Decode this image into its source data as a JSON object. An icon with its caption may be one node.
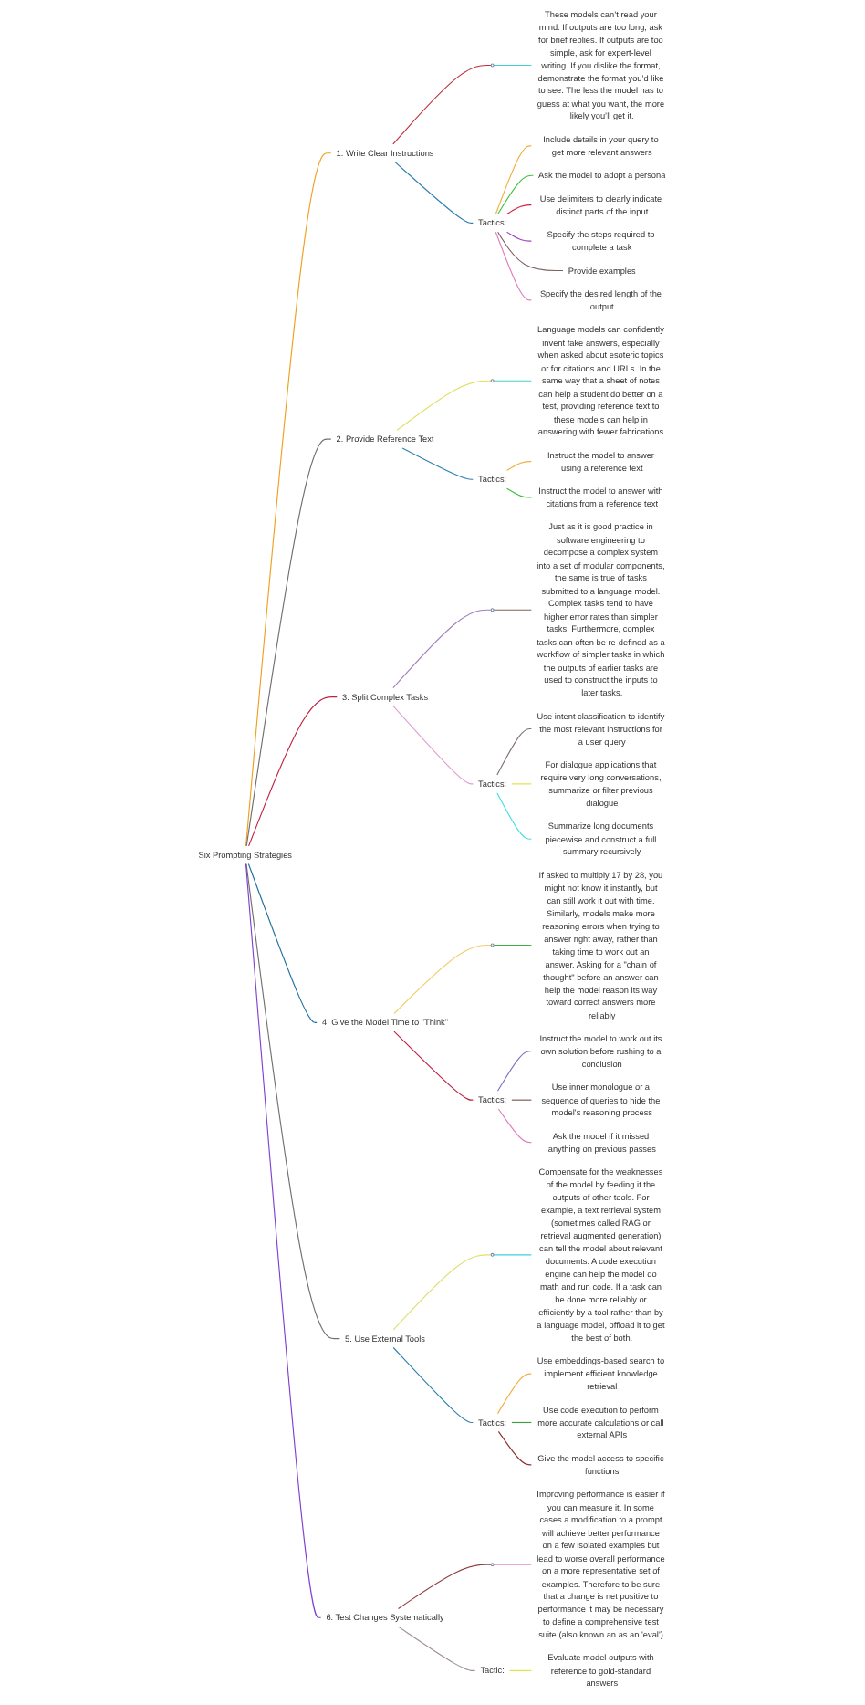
{
  "diagram": {
    "nodes": [
      {
        "text": [
          "Six Prompting Strategies"
        ]
      },
      {
        "text": [
          "1. Write Clear Instructions"
        ]
      },
      {
        "text": [],
        "shape": "circle"
      },
      {
        "text": [
          "These models can’t read your mind. If outputs are too long, ask for brief replies. If outputs are too simple, ask for expert-level writing. If you dislike the format, demonstrate the format you’d like to see. The less the model has to guess at what you want, the more likely you’ll get it."
        ]
      },
      {
        "text": [
          "Tactics:"
        ]
      },
      {
        "text": [
          "Include details in your query to get more relevant answers"
        ]
      },
      {
        "text": [
          "Ask the model to adopt a persona"
        ]
      },
      {
        "text": [
          "Use delimiters to clearly indicate distinct parts of the input"
        ]
      },
      {
        "text": [
          "Specify the steps required to complete a task"
        ]
      },
      {
        "text": [
          "Provide examples"
        ]
      },
      {
        "text": [
          "Specify the desired length of the output"
        ]
      },
      {
        "text": [
          "2. Provide Reference Text"
        ]
      },
      {
        "text": [],
        "shape": "circle"
      },
      {
        "text": [
          "Language models can confidently invent fake answers, especially when asked about esoteric topics or for citations and URLs. In the same way that a sheet of notes can help a student do better on a test, providing reference text to these models can help in answering with fewer fabrications."
        ]
      },
      {
        "text": [
          "Tactics:"
        ]
      },
      {
        "text": [
          "Instruct the model to answer using a reference text"
        ]
      },
      {
        "text": [
          "Instruct the model to answer with citations from a reference text"
        ]
      },
      {
        "text": [
          "3. Split Complex Tasks"
        ]
      },
      {
        "text": [],
        "shape": "circle"
      },
      {
        "text": [
          "Just as it is good practice in software engineering to decompose a complex system into a set of modular components, the same is true of tasks submitted to a language model. Complex tasks tend to have higher error rates than simpler tasks. Furthermore, complex tasks can often be re-defined as a workflow of simpler tasks in which the outputs of earlier tasks are used to construct the inputs to later tasks."
        ]
      },
      {
        "text": [
          "Tactics:"
        ]
      },
      {
        "text": [
          "Use intent classification to identify the most relevant instructions for a user query"
        ]
      },
      {
        "text": [
          "For dialogue applications that require very long conversations, summarize or filter previous dialogue"
        ]
      },
      {
        "text": [
          "Summarize long documents piecewise and construct a full summary recursively"
        ]
      },
      {
        "text": [
          "4. Give the Model Time to \"Think\""
        ]
      },
      {
        "text": [],
        "shape": "circle"
      },
      {
        "text": [
          "If asked to multiply 17 by 28, you might not know it instantly, but can still work it out with time. Similarly, models make more reasoning errors when trying to answer right away, rather than taking time to work out an answer. Asking for a \"chain of thought\" before an answer can help the model reason its way toward correct answers more reliably"
        ]
      },
      {
        "text": [
          "Tactics:"
        ]
      },
      {
        "text": [
          "Instruct the model to work out its own solution before rushing to a conclusion"
        ]
      },
      {
        "text": [
          "Use inner monologue or a sequence of queries to hide the model's reasoning process"
        ]
      },
      {
        "text": [
          "Ask the model if it missed anything on previous passes"
        ]
      },
      {
        "text": [
          "5. Use External Tools"
        ]
      },
      {
        "text": [],
        "shape": "circle"
      },
      {
        "text": [
          "Compensate for the weaknesses of the model by feeding it the outputs of other tools. For example, a text retrieval system (sometimes called RAG or retrieval augmented generation) can tell the model about relevant documents. A code execution engine can help the model do math and run code. If a task can be done more reliably or efficiently by a tool rather than by a language model, offload it to get the best of both."
        ]
      },
      {
        "text": [
          "Tactics:"
        ]
      },
      {
        "text": [
          "Use embeddings-based search to implement efficient knowledge retrieval"
        ]
      },
      {
        "text": [
          "Use code execution to perform more accurate calculations or call external APIs"
        ]
      },
      {
        "text": [
          "Give the model access to specific functions"
        ]
      },
      {
        "text": [
          "6. Test Changes Systematically"
        ]
      },
      {
        "text": [],
        "shape": "circle"
      },
      {
        "text": [
          "Improving performance is easier if you can measure it. In some cases a modification to a prompt will achieve better performance on a few isolated examples but lead to worse overall performance on a more representative set of examples. Therefore to be sure that a change is net positive to performance it may be necessary to define a comprehensive test suite (also known an as an 'eval')."
        ]
      },
      {
        "text": [
          "Tactic:"
        ]
      },
      {
        "text": [
          "Evaluate model outputs with reference to gold-standard answers"
        ]
      }
    ],
    "edges": [
      {
        "from": 0,
        "to": 1,
        "arrow": "none",
        "color": "#f0a020"
      },
      {
        "from": 1,
        "to": 2,
        "arrow": "none",
        "color": "#c0303a"
      },
      {
        "from": 2,
        "to": 3,
        "arrow": "none",
        "color": "#40d0d0"
      },
      {
        "from": 1,
        "to": 4,
        "arrow": "none",
        "color": "#3080b0"
      },
      {
        "from": 4,
        "to": 5,
        "arrow": "none",
        "color": "#f0b040"
      },
      {
        "from": 4,
        "to": 6,
        "arrow": "none",
        "color": "#40c040"
      },
      {
        "from": 4,
        "to": 7,
        "arrow": "none",
        "color": "#d02040"
      },
      {
        "from": 4,
        "to": 8,
        "arrow": "none",
        "color": "#a040c0"
      },
      {
        "from": 4,
        "to": 9,
        "arrow": "none",
        "color": "#806060"
      },
      {
        "from": 4,
        "to": 10,
        "arrow": "none",
        "color": "#e080c0"
      },
      {
        "from": 0,
        "to": 11,
        "arrow": "none",
        "color": "#707070"
      },
      {
        "from": 11,
        "to": 12,
        "arrow": "none",
        "color": "#e0e060"
      },
      {
        "from": 12,
        "to": 13,
        "arrow": "none",
        "color": "#40d0d0"
      },
      {
        "from": 11,
        "to": 14,
        "arrow": "none",
        "color": "#3080b0"
      },
      {
        "from": 14,
        "to": 15,
        "arrow": "none",
        "color": "#f0b040"
      },
      {
        "from": 14,
        "to": 16,
        "arrow": "none",
        "color": "#40c040"
      },
      {
        "from": 0,
        "to": 17,
        "arrow": "none",
        "color": "#c02040"
      },
      {
        "from": 17,
        "to": 18,
        "arrow": "none",
        "color": "#a080c0"
      },
      {
        "from": 18,
        "to": 19,
        "arrow": "none",
        "color": "#806050"
      },
      {
        "from": 17,
        "to": 20,
        "arrow": "none",
        "color": "#e0a0d0"
      },
      {
        "from": 20,
        "to": 21,
        "arrow": "none",
        "color": "#807070"
      },
      {
        "from": 20,
        "to": 22,
        "arrow": "none",
        "color": "#e0e040"
      },
      {
        "from": 20,
        "to": 23,
        "arrow": "none",
        "color": "#40e0e0"
      },
      {
        "from": 0,
        "to": 24,
        "arrow": "none",
        "color": "#2070a0"
      },
      {
        "from": 24,
        "to": 25,
        "arrow": "none",
        "color": "#f0d070"
      },
      {
        "from": 25,
        "to": 26,
        "arrow": "none",
        "color": "#40b040"
      },
      {
        "from": 24,
        "to": 27,
        "arrow": "none",
        "color": "#c02040"
      },
      {
        "from": 27,
        "to": 28,
        "arrow": "none",
        "color": "#8070c0"
      },
      {
        "from": 27,
        "to": 29,
        "arrow": "none",
        "color": "#805050"
      },
      {
        "from": 27,
        "to": 30,
        "arrow": "none",
        "color": "#e080c0"
      },
      {
        "from": 0,
        "to": 31,
        "arrow": "none",
        "color": "#707070"
      },
      {
        "from": 31,
        "to": 32,
        "arrow": "none",
        "color": "#e0e070"
      },
      {
        "from": 32,
        "to": 33,
        "arrow": "none",
        "color": "#40d0e0"
      },
      {
        "from": 31,
        "to": 34,
        "arrow": "none",
        "color": "#3080b0"
      },
      {
        "from": 34,
        "to": 35,
        "arrow": "none",
        "color": "#f0b040"
      },
      {
        "from": 34,
        "to": 36,
        "arrow": "none",
        "color": "#40a040"
      },
      {
        "from": 34,
        "to": 37,
        "arrow": "none",
        "color": "#903030"
      },
      {
        "from": 0,
        "to": 38,
        "arrow": "none",
        "color": "#8040d0"
      },
      {
        "from": 38,
        "to": 39,
        "arrow": "none",
        "color": "#904040"
      },
      {
        "from": 39,
        "to": 40,
        "arrow": "none",
        "color": "#e090c0"
      },
      {
        "from": 38,
        "to": 41,
        "arrow": "none",
        "color": "#a09090"
      },
      {
        "from": 41,
        "to": 42,
        "arrow": "none",
        "color": "#e0e040"
      }
    ]
  }
}
